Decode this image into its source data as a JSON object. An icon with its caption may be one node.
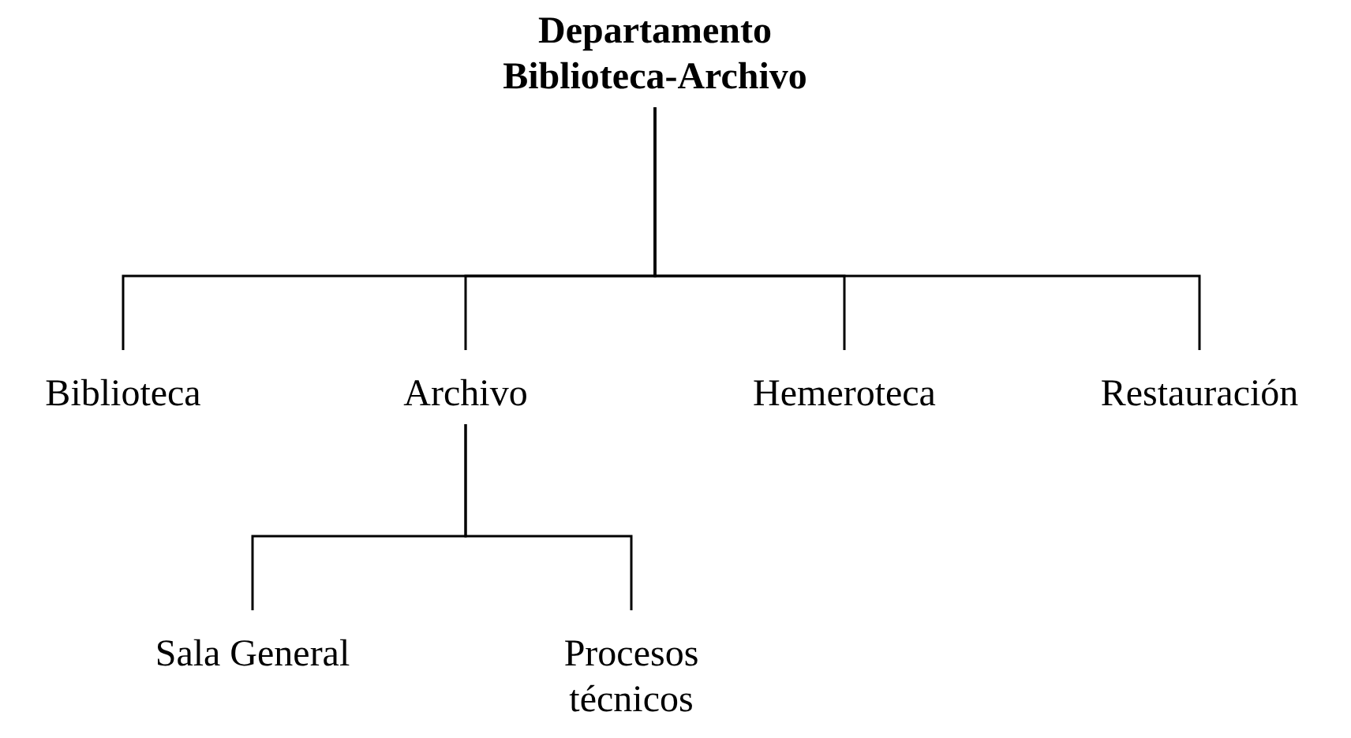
{
  "diagram": {
    "nodes": [
      {
        "text": [
          "Departamento Biblioteca-Archivo"
        ]
      },
      {
        "text": [
          "Biblioteca"
        ]
      },
      {
        "text": [
          "Archivo"
        ]
      },
      {
        "text": [
          "Hemeroteca"
        ]
      },
      {
        "text": [
          "Restauración"
        ]
      },
      {
        "text": [
          "Sala General"
        ]
      },
      {
        "text": [
          "Procesos técnicos"
        ]
      }
    ],
    "edges": [
      {
        "from": 0,
        "to": 1,
        "arrow": "none"
      },
      {
        "from": 0,
        "to": 2,
        "arrow": "none"
      },
      {
        "from": 0,
        "to": 3,
        "arrow": "none"
      },
      {
        "from": 0,
        "to": 4,
        "arrow": "none"
      },
      {
        "from": 2,
        "to": 5,
        "arrow": "none"
      },
      {
        "from": 2,
        "to": 6,
        "arrow": "none"
      }
    ]
  }
}
